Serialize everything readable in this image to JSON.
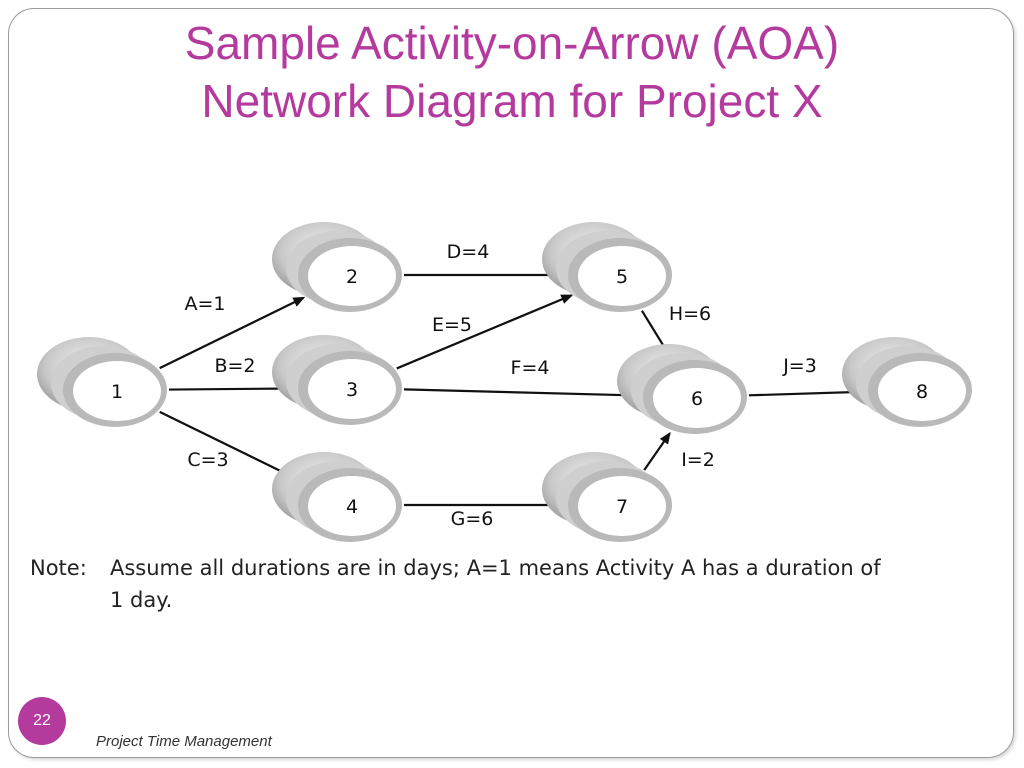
{
  "slide": {
    "title_line1": "Sample Activity-on-Arrow (AOA)",
    "title_line2": "Network Diagram for Project X",
    "accent_color": "#b43a9e"
  },
  "diagram": {
    "nodes": [
      "1",
      "2",
      "3",
      "4",
      "5",
      "6",
      "7",
      "8"
    ],
    "activities": [
      {
        "label": "A=1",
        "from": "1",
        "to": "2"
      },
      {
        "label": "B=2",
        "from": "1",
        "to": "3"
      },
      {
        "label": "C=3",
        "from": "1",
        "to": "4"
      },
      {
        "label": "D=4",
        "from": "2",
        "to": "5"
      },
      {
        "label": "E=5",
        "from": "3",
        "to": "5"
      },
      {
        "label": "F=4",
        "from": "3",
        "to": "6"
      },
      {
        "label": "G=6",
        "from": "4",
        "to": "7"
      },
      {
        "label": "H=6",
        "from": "5",
        "to": "6"
      },
      {
        "label": "I=2",
        "from": "7",
        "to": "6"
      },
      {
        "label": "J=3",
        "from": "6",
        "to": "8"
      }
    ]
  },
  "note": {
    "label": "Note:",
    "text": "Assume all durations are in days;  A=1 means Activity A has a duration of 1 day."
  },
  "footer": {
    "page_number": "22",
    "caption": "Project Time Management"
  }
}
